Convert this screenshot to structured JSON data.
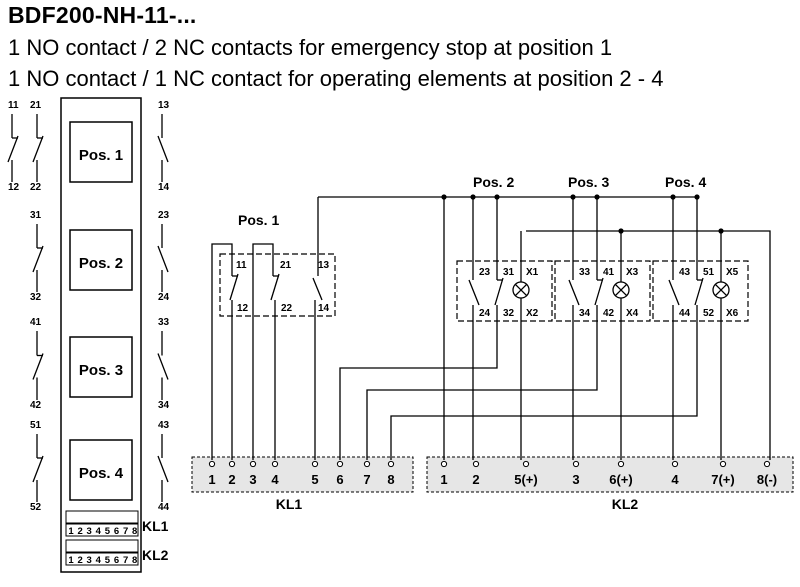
{
  "header": {
    "title": "BDF200-NH-11-...",
    "line1": "1 NO contact / 2 NC contacts for emergency stop at position 1",
    "line2": "1 NO contact / 1 NC contact for operating elements at position 2 - 4"
  },
  "device": {
    "positions": [
      "Pos. 1",
      "Pos. 2",
      "Pos. 3",
      "Pos. 4"
    ],
    "terminal_digits": [
      "1",
      "2",
      "3",
      "4",
      "5",
      "6",
      "7",
      "8"
    ],
    "kl1_label": "KL1",
    "kl2_label": "KL2",
    "left_contacts": [
      {
        "top": "11",
        "bottom": "12"
      },
      {
        "top": "21",
        "bottom": "22"
      },
      {
        "top": "31",
        "bottom": "32"
      },
      {
        "top": "41",
        "bottom": "42"
      },
      {
        "top": "51",
        "bottom": "52"
      }
    ],
    "right_contacts": [
      {
        "top": "13",
        "bottom": "14"
      },
      {
        "top": "23",
        "bottom": "24"
      },
      {
        "top": "33",
        "bottom": "34"
      },
      {
        "top": "43",
        "bottom": "44"
      }
    ]
  },
  "wiring": {
    "pos1": {
      "label": "Pos. 1",
      "contacts": [
        {
          "top": "11",
          "bottom": "12"
        },
        {
          "top": "21",
          "bottom": "22"
        },
        {
          "top": "13",
          "bottom": "14"
        }
      ]
    },
    "modules": [
      {
        "label": "Pos. 2",
        "no_top": "23",
        "nc_top": "31",
        "lamp_top": "X1",
        "no_bottom": "24",
        "nc_bottom": "32",
        "lamp_bottom": "X2"
      },
      {
        "label": "Pos. 3",
        "no_top": "33",
        "nc_top": "41",
        "lamp_top": "X3",
        "no_bottom": "34",
        "nc_bottom": "42",
        "lamp_bottom": "X4"
      },
      {
        "label": "Pos. 4",
        "no_top": "43",
        "nc_top": "51",
        "lamp_top": "X5",
        "no_bottom": "44",
        "nc_bottom": "52",
        "lamp_bottom": "X6"
      }
    ],
    "kl1": {
      "label": "KL1",
      "terminals": [
        "1",
        "2",
        "3",
        "4",
        "5",
        "6",
        "7",
        "8"
      ]
    },
    "kl2": {
      "label": "KL2",
      "terminals": [
        "1",
        "2",
        "5(+)",
        "3",
        "6(+)",
        "4",
        "7(+)",
        "8(-)"
      ]
    }
  }
}
